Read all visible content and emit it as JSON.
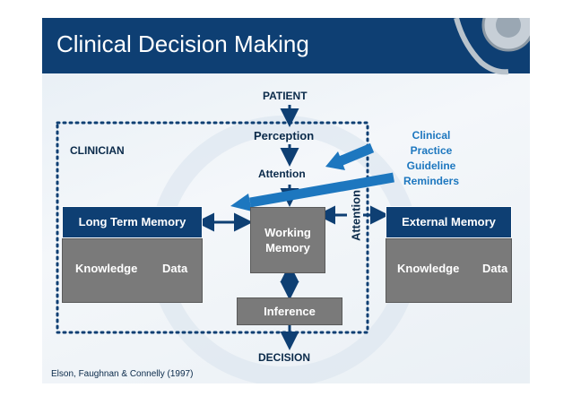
{
  "title": "Clinical Decision Making",
  "patient": "PATIENT",
  "perception": "Perception",
  "attention": "Attention",
  "clinician": "CLINICIAN",
  "reminders": [
    "Clinical",
    "Practice",
    "Guideline",
    "Reminders"
  ],
  "long_term_memory": {
    "title": "Long Term Memory",
    "knowledge": "Knowledge",
    "data": "Data"
  },
  "working_memory": [
    "Working",
    "Memory"
  ],
  "attention_vertical": "Attention",
  "external_memory": {
    "title": "External Memory",
    "knowledge": "Knowledge",
    "data": "Data"
  },
  "inference": "Inference",
  "decision": "DECISION",
  "citation": "Elson, Faughnan & Connelly (1997)",
  "colors": {
    "header": "#0e3f73",
    "accent": "#1d77bf",
    "box": "#7a7a7a"
  }
}
